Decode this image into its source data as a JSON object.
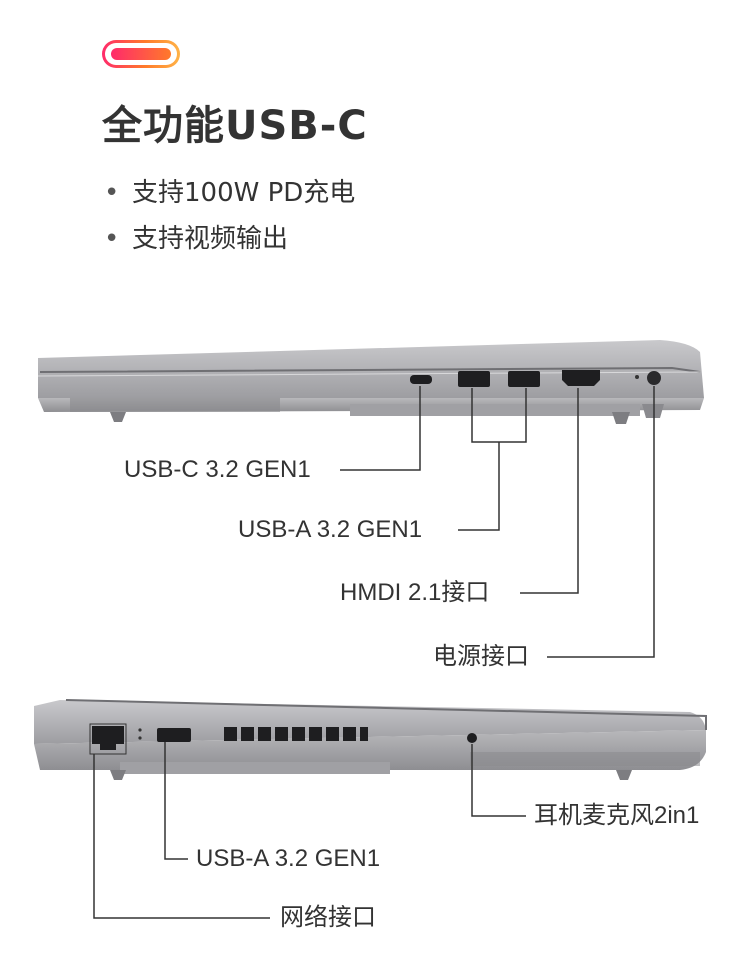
{
  "header": {
    "icon": "usb-c-port-icon",
    "title": "全功能USB-C",
    "bullets": [
      "支持100W PD充电",
      "支持视频输出"
    ]
  },
  "right_side": {
    "ports": [
      {
        "label": "USB-C 3.2 GEN1"
      },
      {
        "label": "USB-A 3.2 GEN1"
      },
      {
        "label": "HMDI 2.1接口"
      },
      {
        "label": "电源接口"
      }
    ]
  },
  "left_side": {
    "ports": [
      {
        "label": "耳机麦克风2in1"
      },
      {
        "label": "USB-A 3.2 GEN1"
      },
      {
        "label": "网络接口"
      }
    ]
  },
  "colors": {
    "accent_start": "#ff2a6b",
    "accent_end": "#ffb347",
    "chassis": "#a9a9ad",
    "text": "#333333"
  }
}
